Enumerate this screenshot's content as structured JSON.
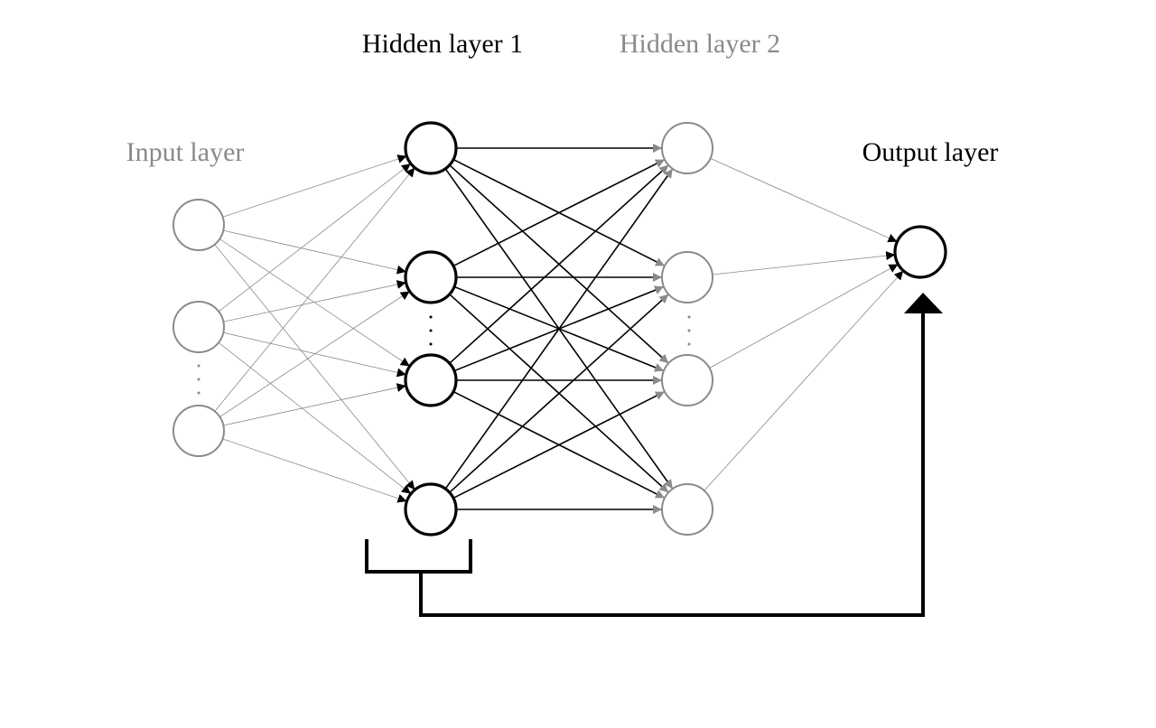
{
  "labels": {
    "hidden1": "Hidden layer 1",
    "hidden2": "Hidden layer 2",
    "input": "Input layer",
    "output": "Output layer"
  },
  "colors": {
    "active": "#000000",
    "inactive": "#8a8a8a",
    "background": "#ffffff"
  },
  "layers": {
    "input": {
      "visible_nodes": 3,
      "ellipsis": true,
      "emphasis": "inactive"
    },
    "hidden1": {
      "visible_nodes": 4,
      "ellipsis": true,
      "emphasis": "active"
    },
    "hidden2": {
      "visible_nodes": 4,
      "ellipsis": true,
      "emphasis": "inactive"
    },
    "output": {
      "visible_nodes": 1,
      "ellipsis": false,
      "emphasis": "active"
    }
  },
  "feedback_connection": {
    "from": "hidden1",
    "to": "output"
  }
}
